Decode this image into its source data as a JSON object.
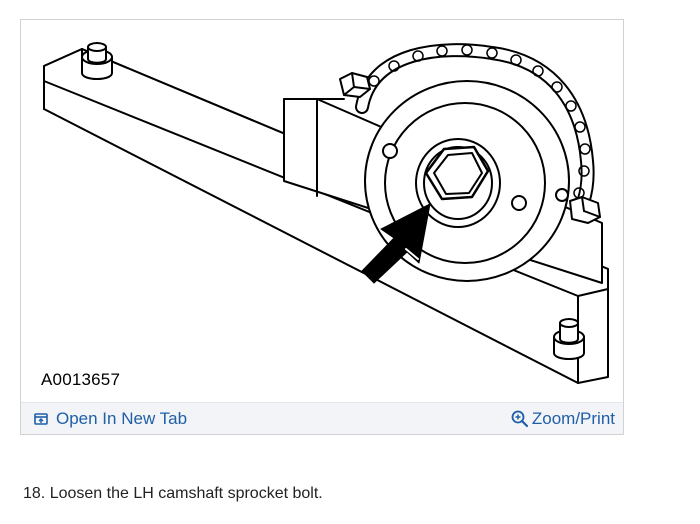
{
  "figure": {
    "id_label": "A0013657",
    "open_tab_label": "Open In New Tab",
    "zoom_print_label": "Zoom/Print"
  },
  "instruction": {
    "text": "18. Loosen the LH camshaft sprocket bolt."
  },
  "icons": {
    "open_tab": "open-in-new-tab-icon",
    "zoom": "zoom-in-icon"
  },
  "colors": {
    "link": "#1f5fa8",
    "action_bar": "#f2f4f7"
  }
}
